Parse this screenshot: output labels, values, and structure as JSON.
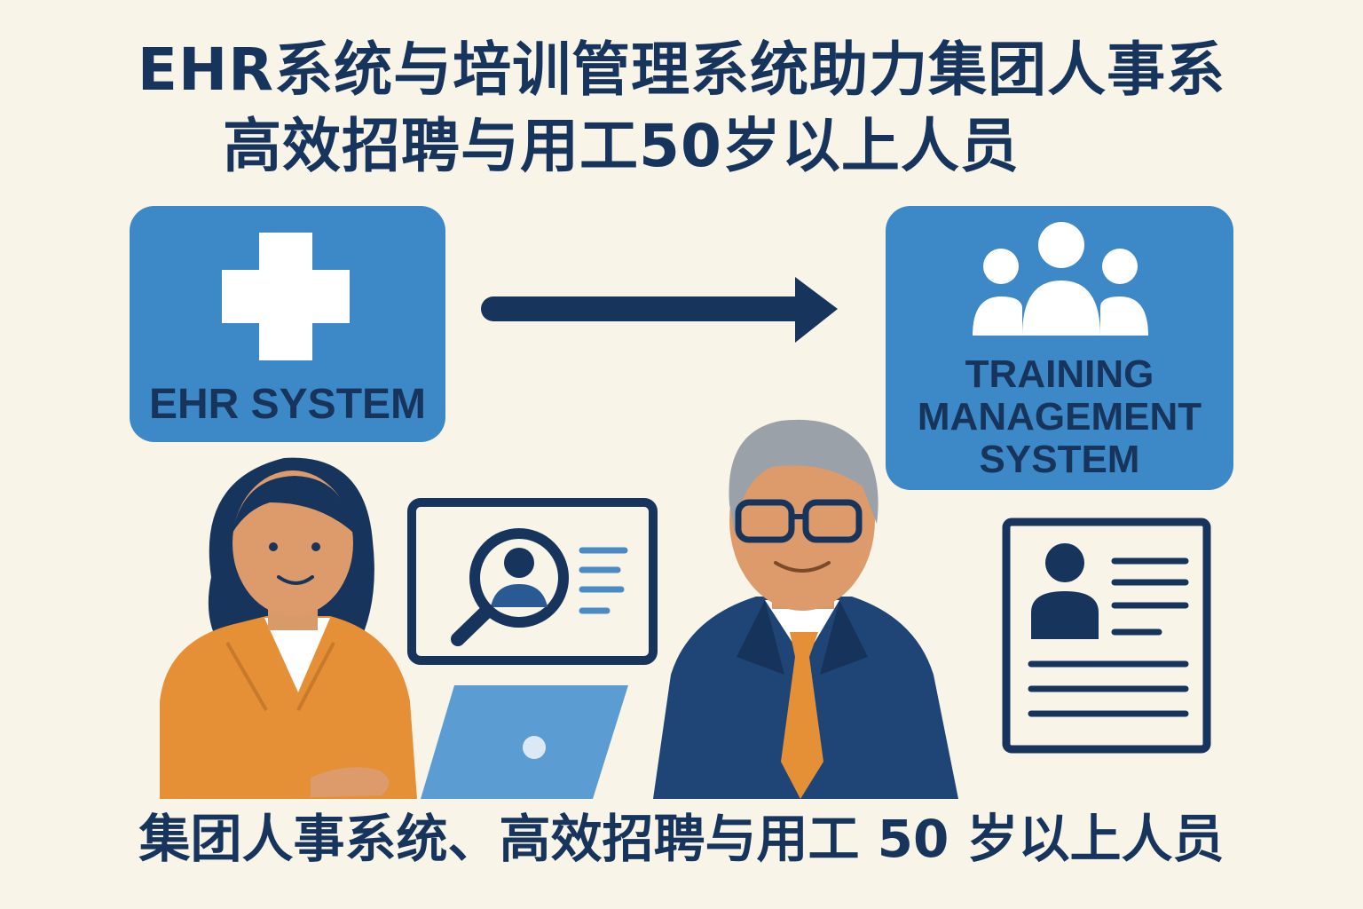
{
  "title": {
    "line1": "EHR系统与培训管理系统助力集团人事系",
    "line2": "高效招聘与用工50岁以上人员"
  },
  "ehr_card": {
    "icon": "medical-cross-icon",
    "label": "EHR SYSTEM"
  },
  "flow_arrow": {
    "icon": "arrow-right-icon"
  },
  "training_card": {
    "icon": "people-group-icon",
    "label_lines": [
      "TRAINING",
      "MANAGEMENT",
      "SYSTEM"
    ]
  },
  "illustrations": {
    "candidate_search": "candidate-search-icon",
    "resume": "resume-document-icon",
    "laptop": "laptop-icon"
  },
  "colors": {
    "background": "#f8f4e8",
    "navy": "#17345c",
    "card_blue": "#3d88c6",
    "orange": "#e58f36"
  },
  "caption": "集团人事系统、高效招聘与用工 50 岁以上人员"
}
